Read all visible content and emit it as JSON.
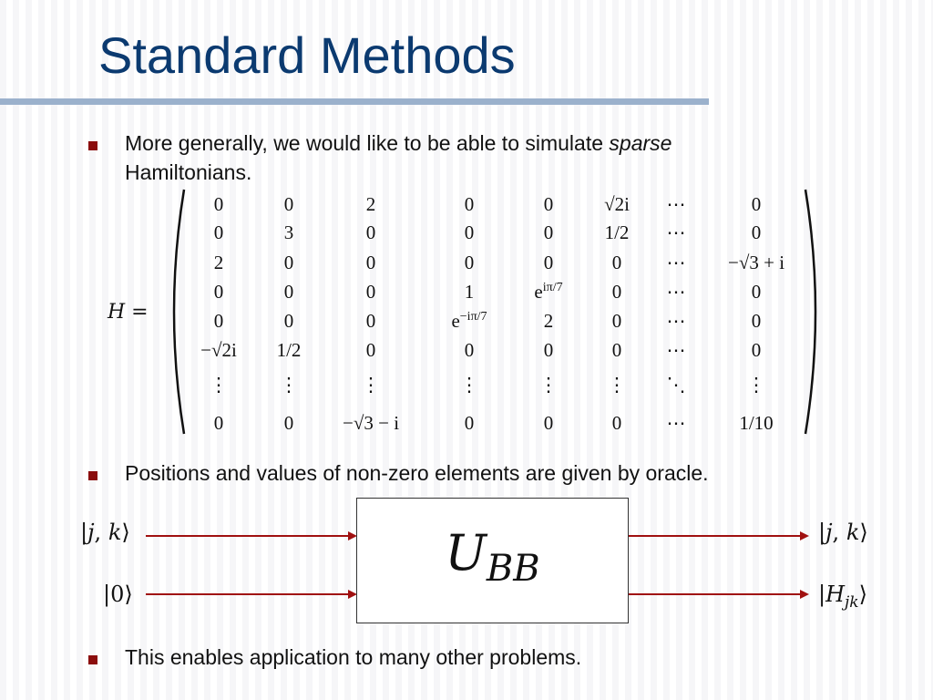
{
  "slide": {
    "title": "Standard Methods",
    "bullets": [
      {
        "text_before": "More generally, we would like to be able to simulate ",
        "emphasis": "sparse",
        "text_after": "",
        "line2": "Hamiltonians."
      },
      {
        "text": "Positions and values of non-zero elements are given by oracle."
      },
      {
        "text": "This enables application to many other problems."
      }
    ]
  },
  "matrix": {
    "label": "H =",
    "rows": [
      [
        "0",
        "0",
        "2",
        "0",
        "0",
        "√2i",
        "⋯",
        "0"
      ],
      [
        "0",
        "3",
        "0",
        "0",
        "0",
        "1/2",
        "⋯",
        "0"
      ],
      [
        "2",
        "0",
        "0",
        "0",
        "0",
        "0",
        "⋯",
        "−√3 + i"
      ],
      [
        "0",
        "0",
        "0",
        "1",
        "e^{iπ/7}",
        "0",
        "⋯",
        "0"
      ],
      [
        "0",
        "0",
        "0",
        "e^{−iπ/7}",
        "2",
        "0",
        "⋯",
        "0"
      ],
      [
        "−√2i",
        "1/2",
        "0",
        "0",
        "0",
        "0",
        "⋯",
        "0"
      ],
      [
        "⋮",
        "⋮",
        "⋮",
        "⋮",
        "⋮",
        "⋮",
        "⋱",
        "⋮"
      ],
      [
        "0",
        "0",
        "−√3 − i",
        "0",
        "0",
        "0",
        "⋯",
        "1/10"
      ]
    ]
  },
  "circuit": {
    "gate_main": "U",
    "gate_sub": "BB",
    "in_top": "|j, k⟩",
    "in_bottom": "|0⟩",
    "out_top": "|j, k⟩",
    "out_bottom_main": "|H",
    "out_bottom_sub": "jk",
    "out_bottom_close": "⟩",
    "wire_color": "#a01010"
  }
}
